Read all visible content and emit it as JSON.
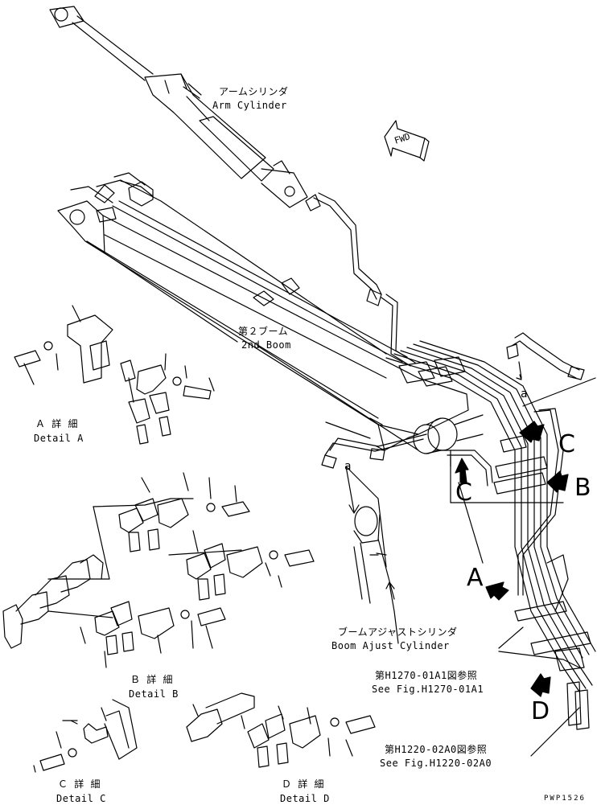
{
  "labels": {
    "arm_cylinder_jp": "アームシリンダ",
    "arm_cylinder_en": "Arm Cylinder",
    "fwd": "FWD",
    "boom2_jp": "第２ブーム",
    "boom2_en": "2nd Boom",
    "detail_a_jp": "Ａ 詳 細",
    "detail_a_en": "Detail A",
    "detail_b_jp": "Ｂ 詳 細",
    "detail_b_en": "Detail B",
    "detail_c_jp": "Ｃ 詳 細",
    "detail_c_en": "Detail C",
    "detail_d_jp": "Ｄ 詳 細",
    "detail_d_en": "Detail D",
    "boom_adjust_jp": "ブームアジャストシリンダ",
    "boom_adjust_en": "Boom Ajust Cylinder",
    "ref1_jp": "第H1270-01A1図参照",
    "ref1_en": "See Fig.H1270-01A1",
    "ref2_jp": "第H1220-02A0図参照",
    "ref2_en": "See Fig.H1220-02A0",
    "callout_a1": "a",
    "callout_a2": "a",
    "letter_a": "A",
    "letter_b": "B",
    "letter_c1": "C",
    "letter_c2": "C",
    "letter_d": "D",
    "part_code": "PWP1526"
  }
}
